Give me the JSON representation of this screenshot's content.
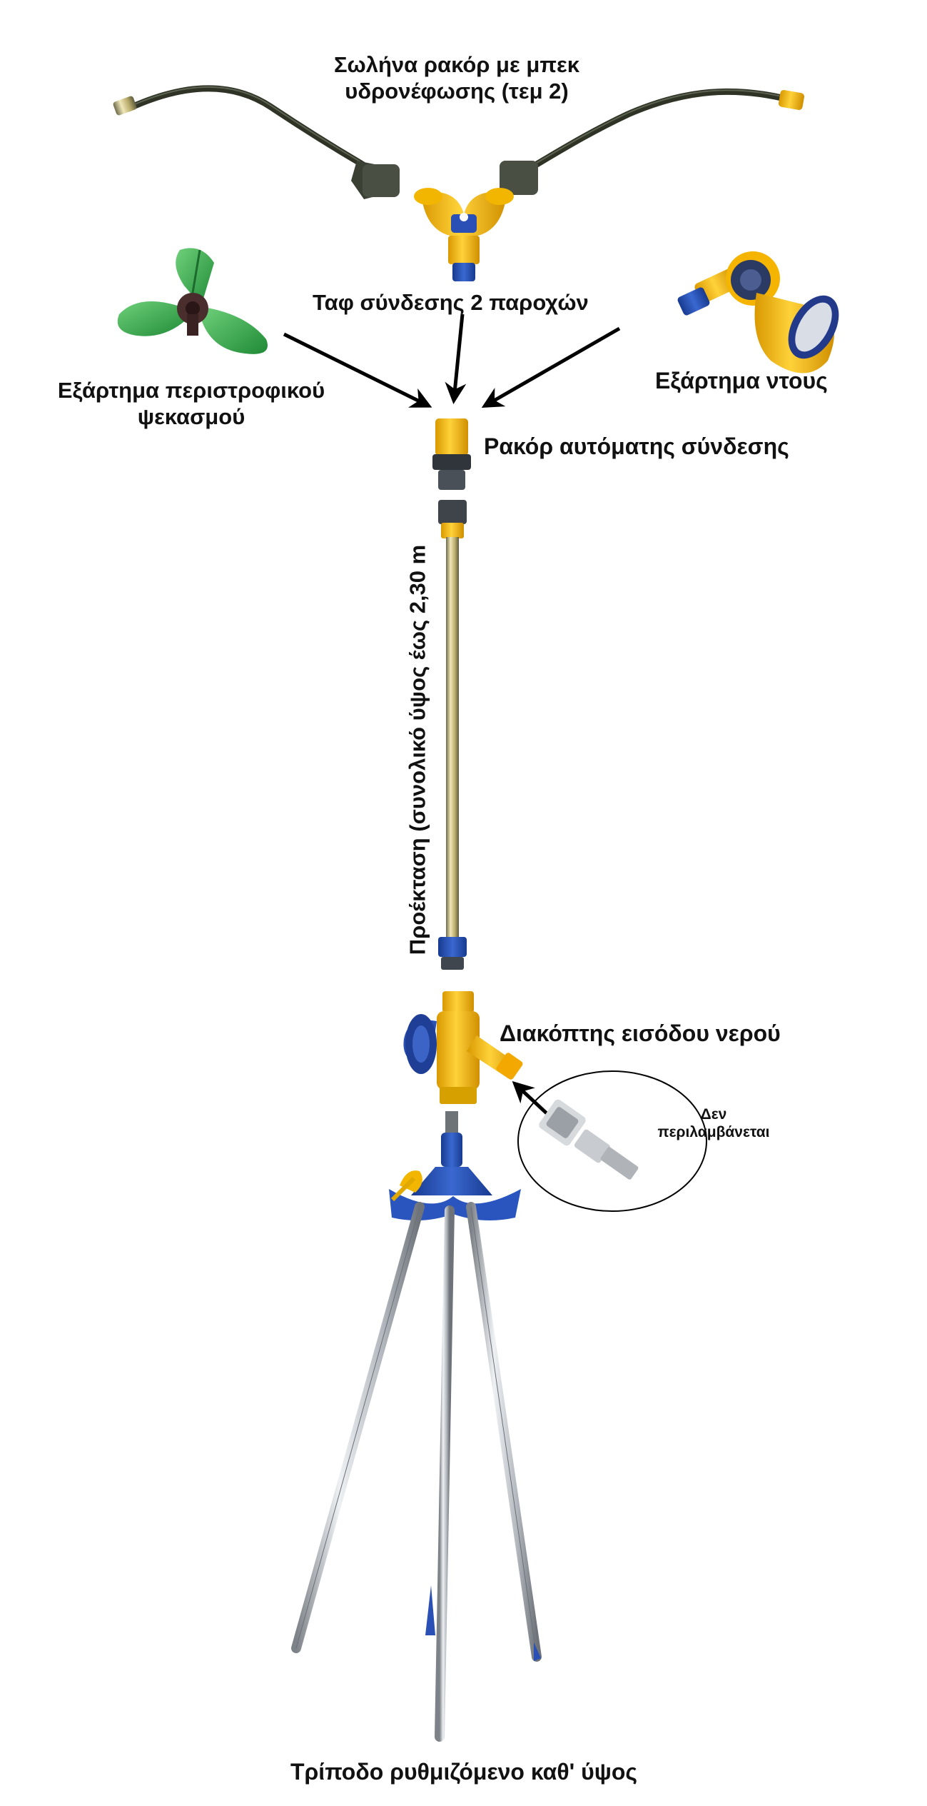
{
  "labels": {
    "hose_pair": {
      "line1": "Σωλήνα ρακόρ με μπεκ",
      "line2": "υδρονέφωσης (τεμ 2)"
    },
    "y_connector": "Ταφ σύνδεσης 2 παροχών",
    "rotary_sprinkler": {
      "line1": "Εξάρτημα περιστροφικού",
      "line2": "ψεκασμού"
    },
    "shower_nozzle": "Εξάρτημα ντους",
    "quick_connector": "Ρακόρ αυτόματης σύνδεσης",
    "extension": "Προέκταση (συνολικό ύψος έως 2,30 m",
    "inlet_valve": "Διακόπτης εισόδου νερού",
    "not_included": {
      "line1": "Δεν",
      "line2": "περιλαμβάνεται"
    },
    "tripod": "Τρίποδο ρυθμιζόμενο καθ' ύψος"
  },
  "colors": {
    "text": "#111111",
    "arrow": "#000000",
    "parts_yellow": "#f5b800",
    "parts_blue": "#2a4fb5",
    "sprinkler_green": "#2fa84a",
    "hose_dark": "#2e3326",
    "metal": "#b9bec4"
  }
}
